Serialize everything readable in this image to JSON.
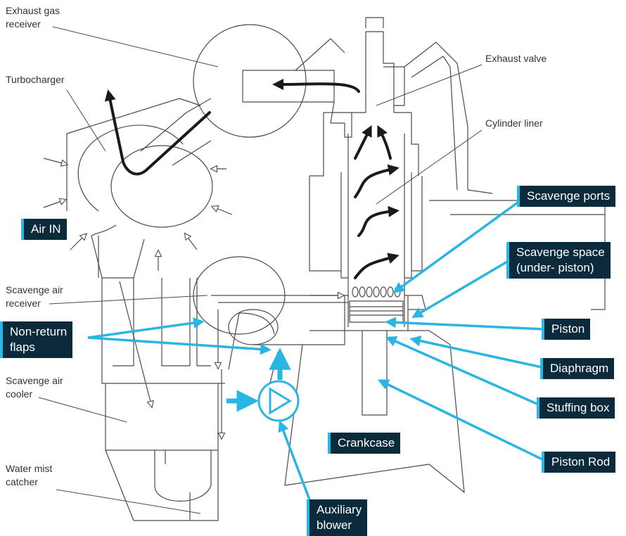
{
  "colors": {
    "line": "#4a4a4a",
    "flow_arrow": "#1a1a1a",
    "callout": "#29b6e3",
    "tag_bg": "#0b2a3c",
    "tag_text": "#ffffff",
    "label_text": "#333333"
  },
  "labels": {
    "exhaust_gas_receiver": "Exhaust gas\nreceiver",
    "turbocharger": "Turbocharger",
    "exhaust_valve": "Exhaust valve",
    "cylinder_liner": "Cylinder liner",
    "scavenge_air_receiver": "Scavenge air\nreceiver",
    "scavenge_air_cooler": "Scavenge air\ncooler",
    "water_mist_catcher": "Water mist\ncatcher"
  },
  "tags": {
    "air_in": "Air IN",
    "non_return_flaps": "Non-return\nflaps",
    "scavenge_ports": "Scavenge ports",
    "scavenge_space": "Scavenge space\n(under- piston)",
    "piston": "Piston",
    "diaphragm": "Diaphragm",
    "stuffing_box": "Stuffing box",
    "piston_rod": "Piston Rod",
    "crankcase": "Crankcase",
    "auxiliary_blower": "Auxiliary\nblower"
  }
}
